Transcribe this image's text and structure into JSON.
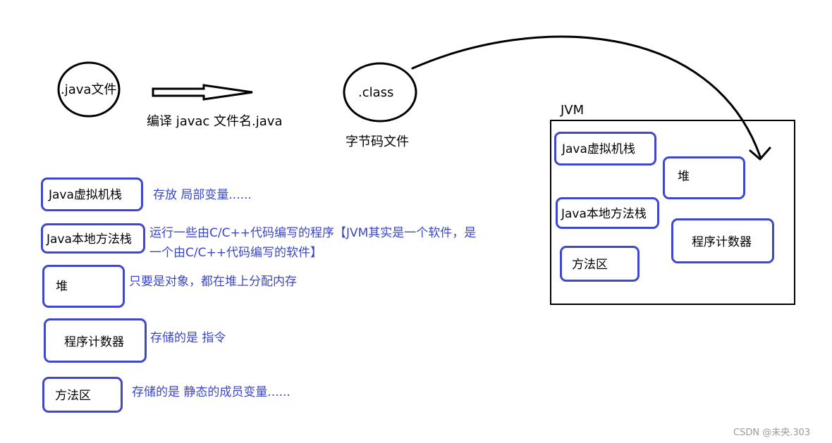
{
  "top_flow": {
    "java_file": ".java文件",
    "compile_label": "编译  javac   文件名.java",
    "class_file": ".class",
    "class_caption": "字节码文件"
  },
  "jvm": {
    "title": "JVM",
    "areas": {
      "stack": "Java虚拟机栈",
      "heap": "堆",
      "native_stack": "Java本地方法栈",
      "pc_register": "程序计数器",
      "method_area": "方法区"
    }
  },
  "legend": {
    "stack": {
      "name": "Java虚拟机栈",
      "desc": "存放 局部变量......"
    },
    "native_stack": {
      "name": "Java本地方法栈",
      "desc_line1": "运行一些由C/C++代码编写的程序【JVM其实是一个软件，是",
      "desc_line2": "一个由C/C++代码编写的软件】"
    },
    "heap": {
      "name": "堆",
      "desc": "只要是对象，都在堆上分配内存"
    },
    "pc_register": {
      "name": "程序计数器",
      "desc": "存储的是 指令"
    },
    "method_area": {
      "name": "方法区",
      "desc": "存储的是 静态的成员变量......"
    }
  },
  "watermark": "CSDN @未央.303",
  "colors": {
    "box_border": "#3f47cc",
    "note_text": "#3a46c8",
    "ink": "#000000"
  }
}
